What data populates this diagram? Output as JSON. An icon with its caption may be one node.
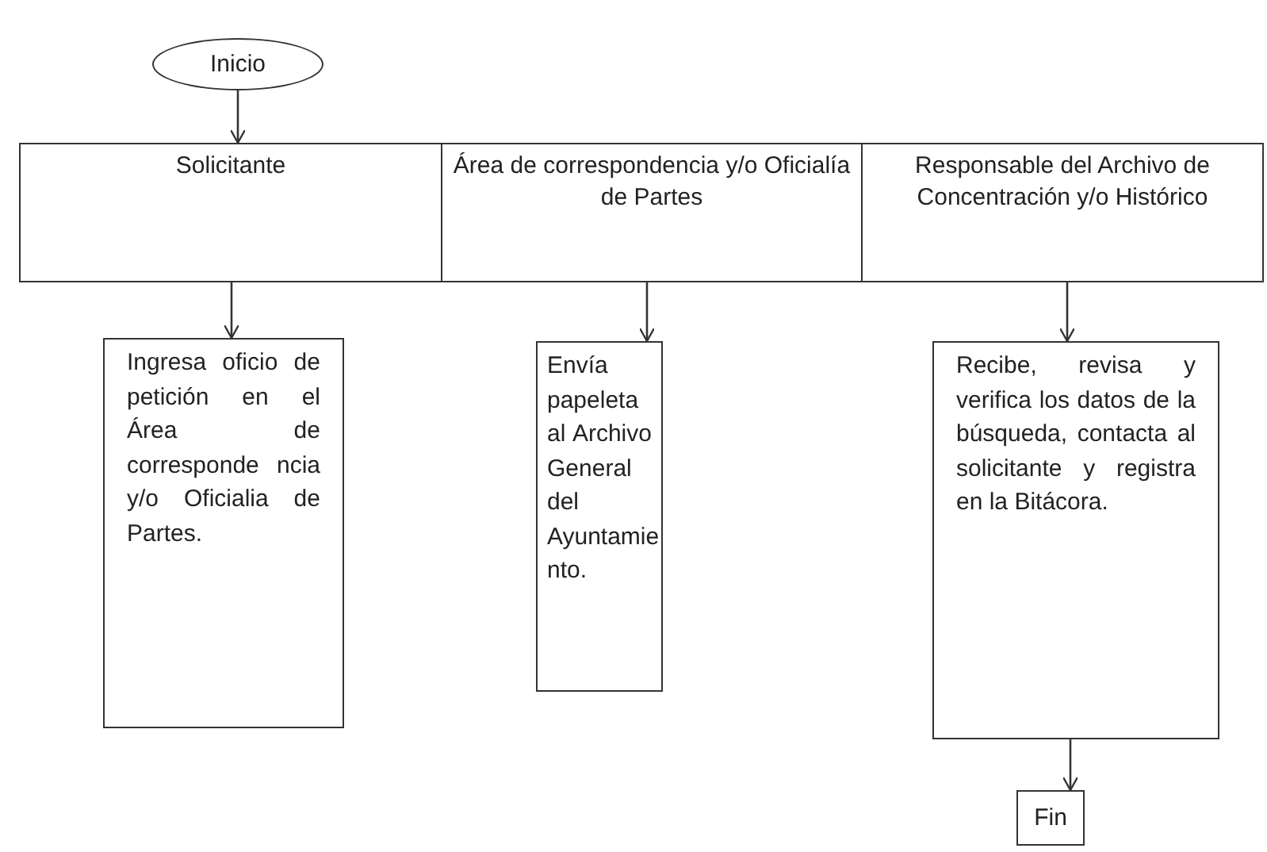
{
  "diagram": {
    "nodes": [
      {
        "text": [
          "Inicio"
        ]
      },
      {
        "text": [
          "Solicitante"
        ]
      },
      {
        "text": [
          "Área de correspondencia y/o Oficialía de Partes"
        ]
      },
      {
        "text": [
          "Responsable del Archivo de Concentración y/o Histórico"
        ]
      },
      {
        "text": [
          "Ingresa oficio de petición en el Área de corresponde ncia y/o Oficialia de Partes."
        ]
      },
      {
        "text": [
          "Envía papeleta al Archivo General del Ayuntamie nto."
        ]
      },
      {
        "text": [
          "Recibe, revisa y verifica los datos de la búsqueda, contacta al solicitante y registra en la Bitácora."
        ]
      },
      {
        "text": [
          "Fin"
        ]
      }
    ],
    "edges": [
      {
        "from": 0,
        "to": 1,
        "arrow": "to"
      },
      {
        "from": 1,
        "to": 4,
        "arrow": "to"
      },
      {
        "from": 2,
        "to": 5,
        "arrow": "to"
      },
      {
        "from": 3,
        "to": 6,
        "arrow": "to"
      },
      {
        "from": 6,
        "to": 7,
        "arrow": "to"
      }
    ]
  }
}
